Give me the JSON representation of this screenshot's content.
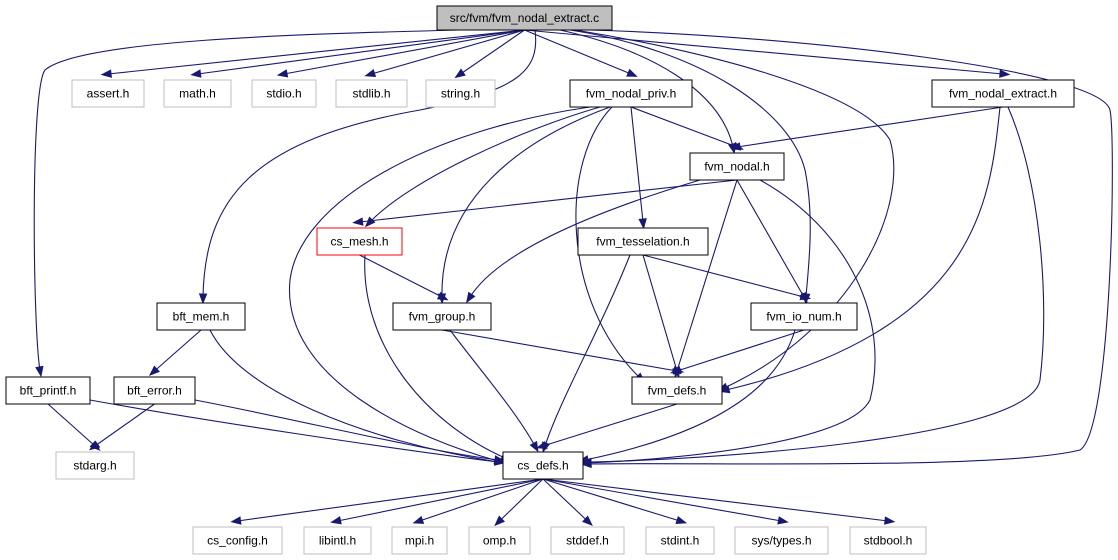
{
  "graph": {
    "nodes": {
      "root": "src/fvm/fvm_nodal_extract.c",
      "assert": "assert.h",
      "math": "math.h",
      "stdio": "stdio.h",
      "stdlib": "stdlib.h",
      "string": "string.h",
      "nodal_priv": "fvm_nodal_priv.h",
      "nodal_extract": "fvm_nodal_extract.h",
      "nodal": "fvm_nodal.h",
      "cs_mesh": "cs_mesh.h",
      "tesselation": "fvm_tesselation.h",
      "bft_mem": "bft_mem.h",
      "fvm_group": "fvm_group.h",
      "io_num": "fvm_io_num.h",
      "bft_printf": "bft_printf.h",
      "bft_error": "bft_error.h",
      "fvm_defs": "fvm_defs.h",
      "stdarg": "stdarg.h",
      "cs_defs": "cs_defs.h",
      "cs_config": "cs_config.h",
      "libintl": "libintl.h",
      "mpi": "mpi.h",
      "omp": "omp.h",
      "stddef": "stddef.h",
      "stdint": "stdint.h",
      "systypes": "sys/types.h",
      "stdbool": "stdbool.h"
    },
    "edges": [
      [
        "root",
        "assert"
      ],
      [
        "root",
        "math"
      ],
      [
        "root",
        "stdio"
      ],
      [
        "root",
        "stdlib"
      ],
      [
        "root",
        "string"
      ],
      [
        "root",
        "nodal_priv"
      ],
      [
        "root",
        "nodal_extract"
      ],
      [
        "root",
        "nodal"
      ],
      [
        "root",
        "bft_mem"
      ],
      [
        "root",
        "bft_printf"
      ],
      [
        "root",
        "io_num"
      ],
      [
        "root",
        "fvm_defs"
      ],
      [
        "root",
        "cs_defs"
      ],
      [
        "nodal_priv",
        "nodal"
      ],
      [
        "nodal_priv",
        "cs_mesh"
      ],
      [
        "nodal_priv",
        "tesselation"
      ],
      [
        "nodal_priv",
        "fvm_group"
      ],
      [
        "nodal_priv",
        "fvm_defs"
      ],
      [
        "nodal_priv",
        "cs_defs"
      ],
      [
        "nodal_extract",
        "nodal"
      ],
      [
        "nodal_extract",
        "fvm_defs"
      ],
      [
        "nodal_extract",
        "cs_defs"
      ],
      [
        "nodal",
        "cs_mesh"
      ],
      [
        "nodal",
        "fvm_group"
      ],
      [
        "nodal",
        "io_num"
      ],
      [
        "nodal",
        "fvm_defs"
      ],
      [
        "nodal",
        "cs_defs"
      ],
      [
        "cs_mesh",
        "fvm_group"
      ],
      [
        "cs_mesh",
        "cs_defs"
      ],
      [
        "tesselation",
        "io_num"
      ],
      [
        "tesselation",
        "fvm_defs"
      ],
      [
        "tesselation",
        "cs_defs"
      ],
      [
        "bft_mem",
        "bft_error"
      ],
      [
        "bft_mem",
        "cs_defs"
      ],
      [
        "fvm_group",
        "fvm_defs"
      ],
      [
        "fvm_group",
        "cs_defs"
      ],
      [
        "io_num",
        "fvm_defs"
      ],
      [
        "io_num",
        "cs_defs"
      ],
      [
        "bft_printf",
        "stdarg"
      ],
      [
        "bft_printf",
        "cs_defs"
      ],
      [
        "bft_error",
        "stdarg"
      ],
      [
        "bft_error",
        "cs_defs"
      ],
      [
        "fvm_defs",
        "cs_defs"
      ],
      [
        "cs_defs",
        "cs_config"
      ],
      [
        "cs_defs",
        "libintl"
      ],
      [
        "cs_defs",
        "mpi"
      ],
      [
        "cs_defs",
        "omp"
      ],
      [
        "cs_defs",
        "stddef"
      ],
      [
        "cs_defs",
        "stdint"
      ],
      [
        "cs_defs",
        "systypes"
      ],
      [
        "cs_defs",
        "stdbool"
      ]
    ]
  }
}
